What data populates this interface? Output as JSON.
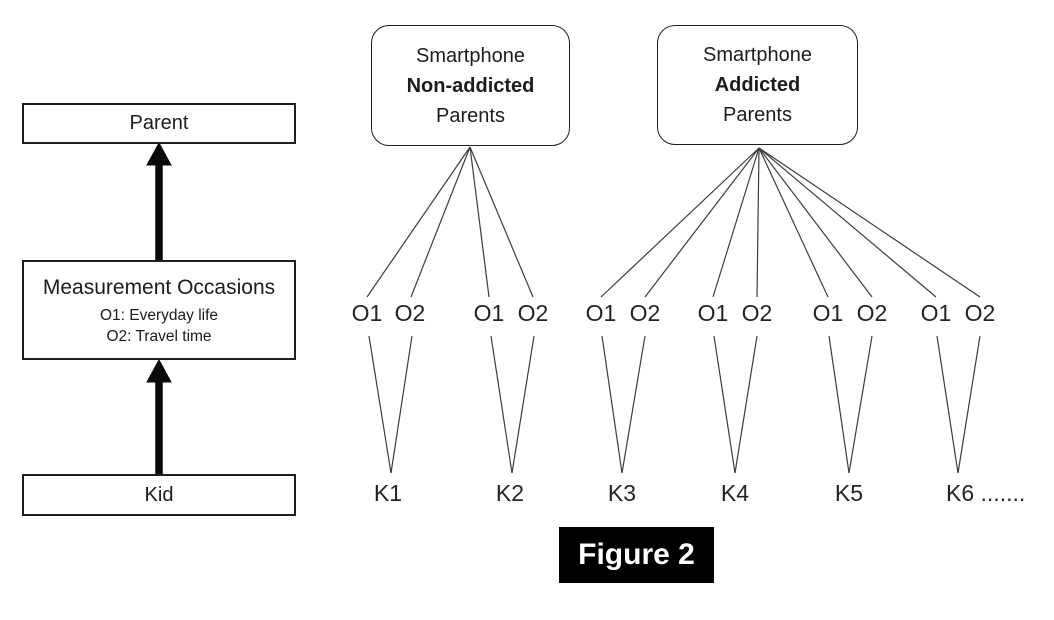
{
  "caption": {
    "text": "Figure 2"
  },
  "left_flow": {
    "parent_label": "Parent",
    "measurement_title": "Measurement Occasions",
    "measurement_o1": "O1: Everyday life",
    "measurement_o2": "O2: Travel time",
    "kid_label": "Kid"
  },
  "parent_groups": [
    {
      "line1": "Smartphone",
      "line2": "Non-addicted",
      "line3": "Parents"
    },
    {
      "line1": "Smartphone",
      "line2": "Addicted",
      "line3": "Parents"
    }
  ],
  "occasion_labels": [
    "O1",
    "O2",
    "O1",
    "O2",
    "O1",
    "O2",
    "O1",
    "O2",
    "O1",
    "O2",
    "O1",
    "O2"
  ],
  "kid_labels": [
    "K1",
    "K2",
    "K3",
    "K4",
    "K5",
    "K6 ......."
  ],
  "colors": {
    "background": "#ffffff",
    "thin_line": "#3d3d3d",
    "box_border": "#1f1f1f",
    "arrow": "#0a0a0a",
    "caption_bg": "#000000",
    "caption_text": "#ffffff"
  }
}
